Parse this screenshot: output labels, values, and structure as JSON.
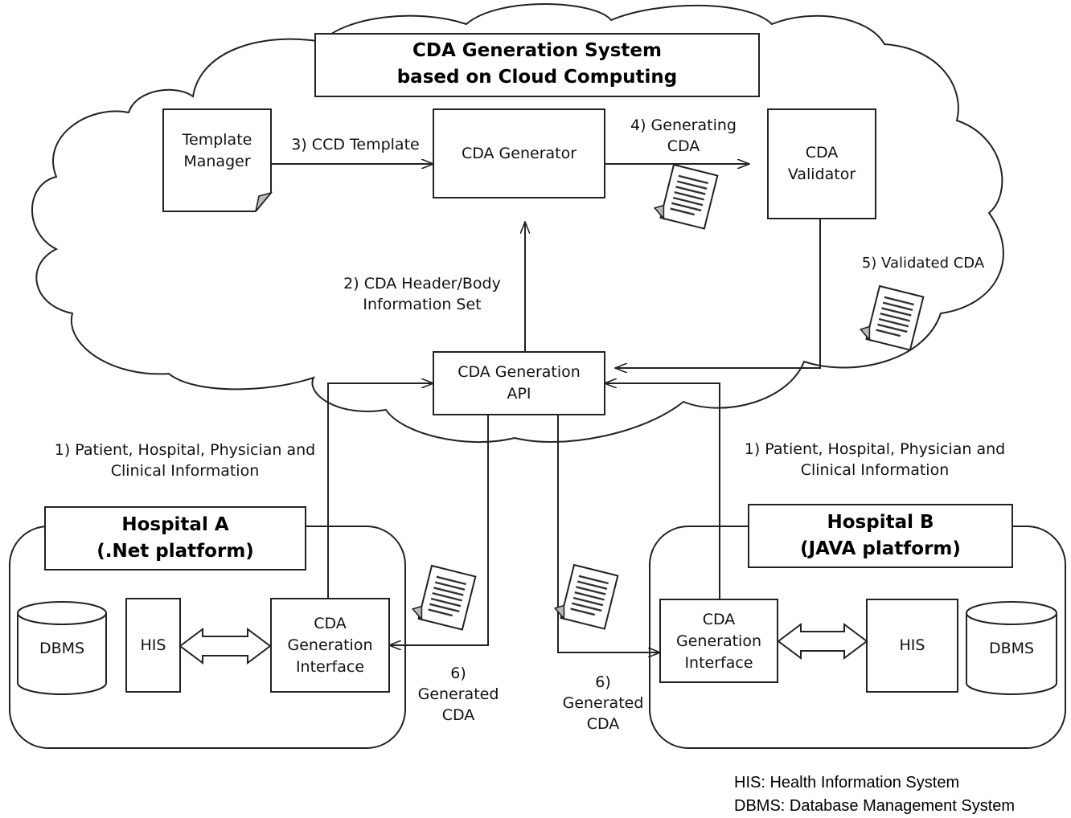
{
  "system": {
    "title_line1": "CDA Generation System",
    "title_line2": "based on Cloud Computing"
  },
  "nodes": {
    "template_manager": {
      "line1": "Template",
      "line2": "Manager"
    },
    "cda_generator": "CDA Generator",
    "cda_validator": {
      "line1": "CDA",
      "line2": "Validator"
    },
    "cda_generation_api": {
      "line1": "CDA Generation",
      "line2": "API"
    }
  },
  "flows": {
    "step3": "3) CCD Template",
    "step4": {
      "line1": "4) Generating",
      "line2": "CDA"
    },
    "step2": {
      "line1": "2) CDA Header/Body",
      "line2": "Information Set"
    },
    "step5": "5) Validated CDA",
    "step1_left": {
      "line1": "1) Patient, Hospital, Physician and",
      "line2": "Clinical Information"
    },
    "step1_right": {
      "line1": "1) Patient, Hospital, Physician and",
      "line2": "Clinical Information"
    },
    "step6_left": {
      "line1": "6)",
      "line2": "Generated",
      "line3": "CDA"
    },
    "step6_right": {
      "line1": "6)",
      "line2": "Generated",
      "line3": "CDA"
    }
  },
  "hospital_a": {
    "title_line1": "Hospital A",
    "title_line2": "(.Net platform)",
    "dbms": "DBMS",
    "his": "HIS",
    "interface": {
      "line1": "CDA",
      "line2": "Generation",
      "line3": "Interface"
    }
  },
  "hospital_b": {
    "title_line1": "Hospital B",
    "title_line2": "(JAVA platform)",
    "dbms": "DBMS",
    "his": "HIS",
    "interface": {
      "line1": "CDA",
      "line2": "Generation",
      "line3": "Interface"
    }
  },
  "legend": {
    "his": "HIS: Health Information System",
    "dbms": "DBMS: Database Management System"
  },
  "icons": [
    "document-icon",
    "bidirectional-arrow-icon",
    "database-icon",
    "cloud-shape"
  ]
}
